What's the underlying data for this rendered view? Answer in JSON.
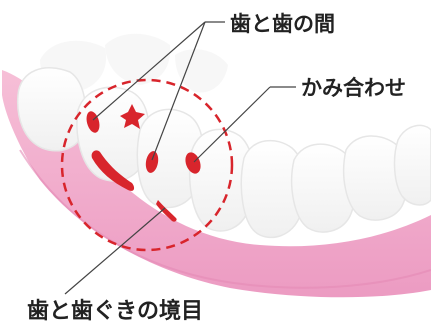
{
  "labels": {
    "between_teeth": "歯と歯の間",
    "bite_surface": "かみ合わせ",
    "gum_line": "歯と歯ぐきの境目"
  },
  "colors": {
    "gum": "#f1a9c8",
    "gum_shadow": "#e58db5",
    "tooth": "#ffffff",
    "tooth_shade": "#eeeeee",
    "plaque": "#d8252c",
    "circle": "#d8252c",
    "leader": "#444444"
  }
}
